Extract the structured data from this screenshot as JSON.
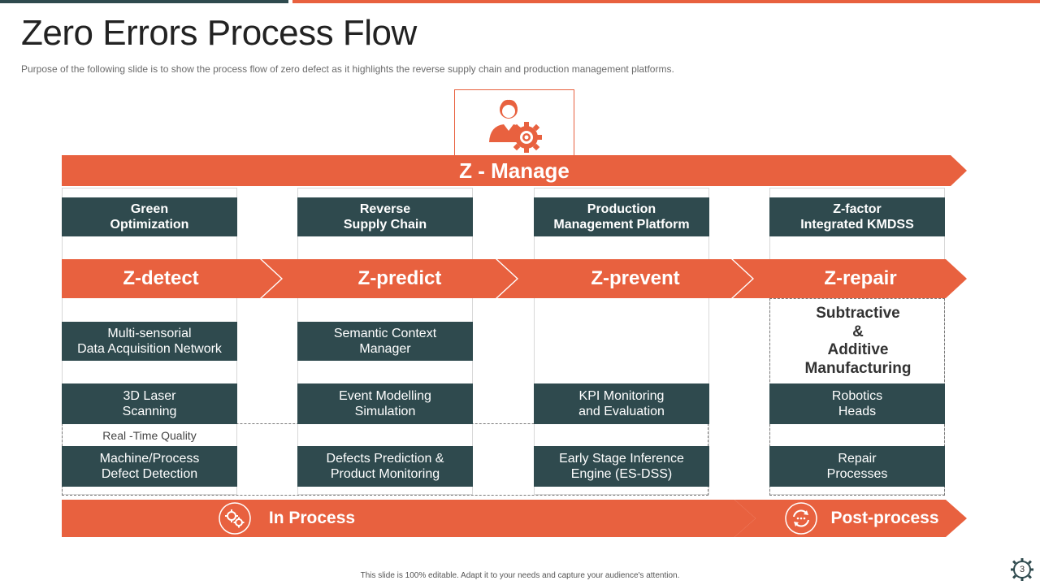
{
  "slide": {
    "title": "Zero Errors Process Flow",
    "subtitle": "Purpose of the following slide is to show the process flow of zero defect as it highlights the reverse  supply chain and production management  platforms.",
    "footer": "This slide is 100% editable.  Adapt it to your needs and capture your audience's attention.",
    "page_number": "3"
  },
  "manage_banner": "Z - Manage",
  "top_boxes": [
    "Green\nOptimization",
    "Reverse\nSupply Chain",
    "Production\nManagement Platform",
    "Z-factor\nIntegrated KMDSS"
  ],
  "stages": [
    "Z-detect",
    "Z-predict",
    "Z-prevent",
    "Z-repair"
  ],
  "detect_items": [
    "Multi-sensorial\nData Acquisition Network",
    "3D Laser\nScanning",
    "Machine/Process\nDefect Detection"
  ],
  "realtime_label": "Real -Time Quality",
  "predict_items": [
    "Semantic Context\nManager",
    "Event Modelling\nSimulation",
    "Defects Prediction &\nProduct Monitoring"
  ],
  "prevent_items": [
    "KPI Monitoring\nand Evaluation",
    "Early Stage Inference\nEngine (ES-DSS)"
  ],
  "repair_label": "Subtractive\n&\nAdditive\nManufacturing",
  "repair_items": [
    "Robotics\nHeads",
    "Repair\nProcesses"
  ],
  "phases": {
    "in_process": "In Process",
    "post_process": "Post-process"
  },
  "colors": {
    "accent": "#e8613f",
    "dark": "#2f4a4e"
  },
  "icons": [
    "manager-gear-icon",
    "gears-icon",
    "recycle-icon",
    "gear-icon"
  ]
}
